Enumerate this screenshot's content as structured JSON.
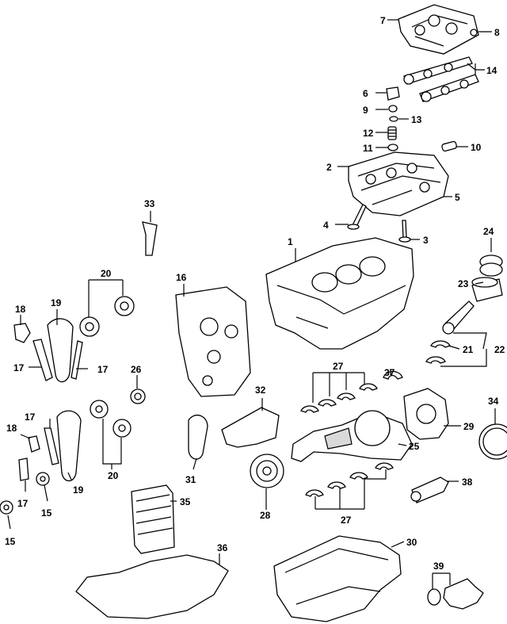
{
  "callouts": [
    "1",
    "2",
    "3",
    "4",
    "5",
    "6",
    "7",
    "8",
    "9",
    "10",
    "11",
    "12",
    "13",
    "14",
    "15",
    "15",
    "16",
    "17",
    "17",
    "17",
    "17",
    "18",
    "18",
    "19",
    "19",
    "20",
    "20",
    "21",
    "22",
    "23",
    "24",
    "25",
    "26",
    "27",
    "27",
    "28",
    "29",
    "30",
    "31",
    "32",
    "33",
    "34",
    "35",
    "36",
    "37",
    "38",
    "39"
  ]
}
